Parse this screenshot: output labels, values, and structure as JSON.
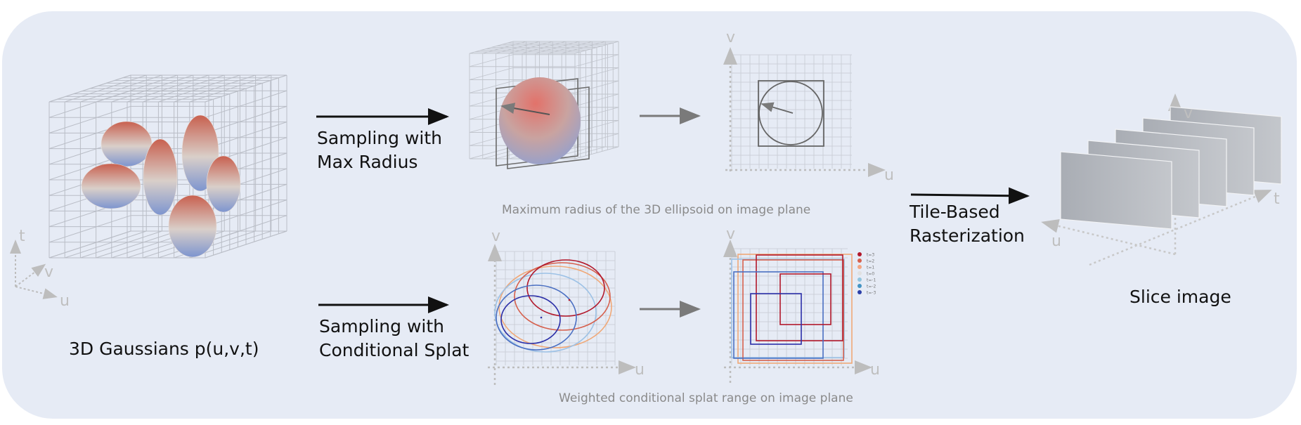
{
  "labels": {
    "gaussians": "3D Gaussians p(u,v,t)",
    "sampling_max": "Sampling with\nMax Radius",
    "sampling_cond": "Sampling with\nConditional Splat",
    "rasterization": "Tile-Based\nRasterization",
    "slice": "Slice image"
  },
  "captions": {
    "max_radius": "Maximum radius of the 3D ellipsoid on image plane",
    "splat_range": "Weighted conditional splat range on image plane"
  },
  "axes": {
    "t": "t",
    "u": "u",
    "v": "v"
  },
  "legend": [
    "t=3",
    "t=2",
    "t=1",
    "t=0",
    "t=-1",
    "t=-2",
    "t=-3"
  ],
  "legend_colors": [
    "#b2182b",
    "#d6604d",
    "#f4a582",
    "#e0e0e0",
    "#92c5de",
    "#4393c3",
    "#2b3fa8"
  ],
  "colors": {
    "background": "#e6ebf5",
    "grid": "#c4c8d0",
    "arrow": "#111111",
    "gray_arrow": "#7a7a7a"
  }
}
